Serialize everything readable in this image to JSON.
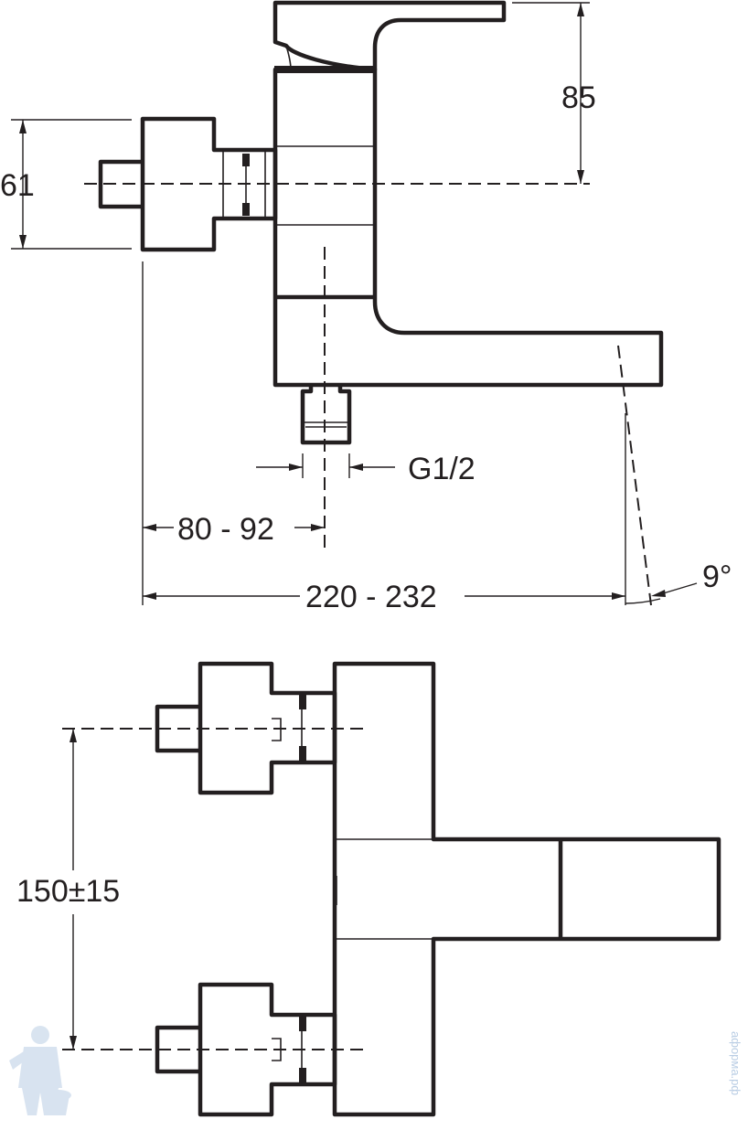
{
  "labels": {
    "height_top": "85",
    "knob_diameter": "61",
    "thread": "G1/2",
    "inlet_distance": "80 - 92",
    "total_depth": "220 - 232",
    "spout_angle": "9°",
    "inlet_spacing": "150±15"
  },
  "watermark": "аформа.рф",
  "colors": {
    "line": "#231f20",
    "watermark": "#b9cde4"
  }
}
